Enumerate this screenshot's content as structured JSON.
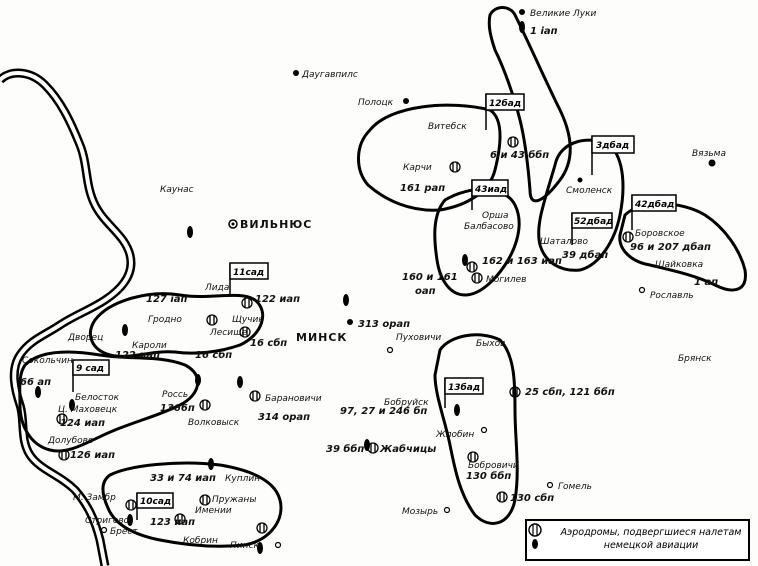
{
  "map": {
    "cities": [
      {
        "id": "velikie-luki",
        "name": "Великие Луки"
      },
      {
        "id": "daugavpils",
        "name": "Даугавпилс"
      },
      {
        "id": "polotsk",
        "name": "Полоцк"
      },
      {
        "id": "vitebsk",
        "name": "Витебск"
      },
      {
        "id": "vyazma",
        "name": "Вязьма"
      },
      {
        "id": "kaunas",
        "name": "Каунас"
      },
      {
        "id": "vilnius",
        "name": "ВИЛЬНЮС"
      },
      {
        "id": "smolensk",
        "name": "Смоленск"
      },
      {
        "id": "orsha",
        "name": "Орша"
      },
      {
        "id": "baldysovo",
        "name": "Балбасово"
      },
      {
        "id": "shatalovo",
        "name": "Шаталово"
      },
      {
        "id": "borovskoe",
        "name": "Боровское"
      },
      {
        "id": "shaikovka",
        "name": "Шайковка"
      },
      {
        "id": "roslavl",
        "name": "Рославль"
      },
      {
        "id": "mogilev",
        "name": "Могилев"
      },
      {
        "id": "lida",
        "name": "Лида"
      },
      {
        "id": "shuchin",
        "name": "Щучин"
      },
      {
        "id": "grodno",
        "name": "Гродно"
      },
      {
        "id": "minsk",
        "name": "МИНСК"
      },
      {
        "id": "pukhovichi",
        "name": "Пуховичи"
      },
      {
        "id": "bryansk",
        "name": "Брянск"
      },
      {
        "id": "bykhov",
        "name": "Быхов"
      },
      {
        "id": "bobruisk",
        "name": "Бобруйск"
      },
      {
        "id": "baranovichi",
        "name": "Барановичи"
      },
      {
        "id": "volkovysk",
        "name": "Волковыск"
      },
      {
        "id": "rosse",
        "name": "Россь"
      },
      {
        "id": "belostok",
        "name": "Белосток"
      },
      {
        "id": "mazoveck",
        "name": "Ц. Маховецк"
      },
      {
        "id": "dolubovo",
        "name": "Долубово"
      },
      {
        "id": "zhlobin",
        "name": "Жлобин"
      },
      {
        "id": "bobrovichi",
        "name": "Бобровичи"
      },
      {
        "id": "gomel",
        "name": "Гомель"
      },
      {
        "id": "mozyr",
        "name": "Мозырь"
      },
      {
        "id": "zhabchitsy",
        "name": "Жабчицы"
      },
      {
        "id": "kuplin",
        "name": "Куплин"
      },
      {
        "id": "pruzhany",
        "name": "Пружаны"
      },
      {
        "id": "imenin",
        "name": "Имении"
      },
      {
        "id": "kobrin",
        "name": "Кобрин"
      },
      {
        "id": "pinsk",
        "name": "Пинск"
      },
      {
        "id": "brest",
        "name": "Брест"
      },
      {
        "id": "strigovo",
        "name": "Стригово"
      },
      {
        "id": "zambrov",
        "name": "М. Замбр"
      },
      {
        "id": "dvorets",
        "name": "Дворец"
      },
      {
        "id": "karpin",
        "name": "Кароли"
      },
      {
        "id": "lesishche",
        "name": "Лесище"
      },
      {
        "id": "karchi",
        "name": "Карчи"
      },
      {
        "id": "starchichi",
        "name": "Сокольчин"
      }
    ],
    "units": [
      {
        "id": "u-1iap",
        "text": "1 iап"
      },
      {
        "id": "u-161rap",
        "text": "161 рап"
      },
      {
        "id": "u-6-43bbp",
        "text": "6 и 43 ббп"
      },
      {
        "id": "u-162-163",
        "text": "162 и 163 иап"
      },
      {
        "id": "u-160-161",
        "text": "160 и 161"
      },
      {
        "id": "u-oap",
        "text": "оап"
      },
      {
        "id": "u-96-207",
        "text": "96 и 207 дбап"
      },
      {
        "id": "u-1ap-right",
        "text": "1 ап"
      },
      {
        "id": "u-39dbap",
        "text": "39 дбап"
      },
      {
        "id": "u-127iap",
        "text": "127 iап"
      },
      {
        "id": "u-122iap",
        "text": "122 иап"
      },
      {
        "id": "u-122iap-2",
        "text": "122 иап"
      },
      {
        "id": "u-16sbp",
        "text": "16 сбп"
      },
      {
        "id": "u-16sbp-2",
        "text": "16 сбп"
      },
      {
        "id": "u-313orap",
        "text": "313 орап"
      },
      {
        "id": "u-314orap",
        "text": "314 орап"
      },
      {
        "id": "u-1366p",
        "text": "1366п"
      },
      {
        "id": "u-25-121",
        "text": "25 сбп, 121 ббп"
      },
      {
        "id": "u-97-27",
        "text": "97, 27 и 246 бп"
      },
      {
        "id": "u-39bbp",
        "text": "39 ббп"
      },
      {
        "id": "u-130bbp",
        "text": "130 ббп"
      },
      {
        "id": "u-130sbp",
        "text": "130 сбп"
      },
      {
        "id": "u-124iap",
        "text": "124 иап"
      },
      {
        "id": "u-126iap",
        "text": "126 иап"
      },
      {
        "id": "u-66ap",
        "text": "66 ап"
      },
      {
        "id": "u-33-74",
        "text": "33 и 74 иап"
      },
      {
        "id": "u-123iap",
        "text": "123 иап"
      }
    ],
    "flags": [
      {
        "id": "f-12sad",
        "text": "12бад"
      },
      {
        "id": "f-43iad",
        "text": "43иад"
      },
      {
        "id": "f-3dbad",
        "text": "3дбад"
      },
      {
        "id": "f-52dbad",
        "text": "52дбад"
      },
      {
        "id": "f-42dbad",
        "text": "42дбад"
      },
      {
        "id": "f-11sad",
        "text": "11сад"
      },
      {
        "id": "f-9sad",
        "text": "9 сад"
      },
      {
        "id": "f-13bad",
        "text": "13бад"
      },
      {
        "id": "f-10sad",
        "text": "10сад"
      }
    ]
  },
  "legend": {
    "text": "Аэродромы, подвергшиеся налетам немецкой авиации"
  }
}
